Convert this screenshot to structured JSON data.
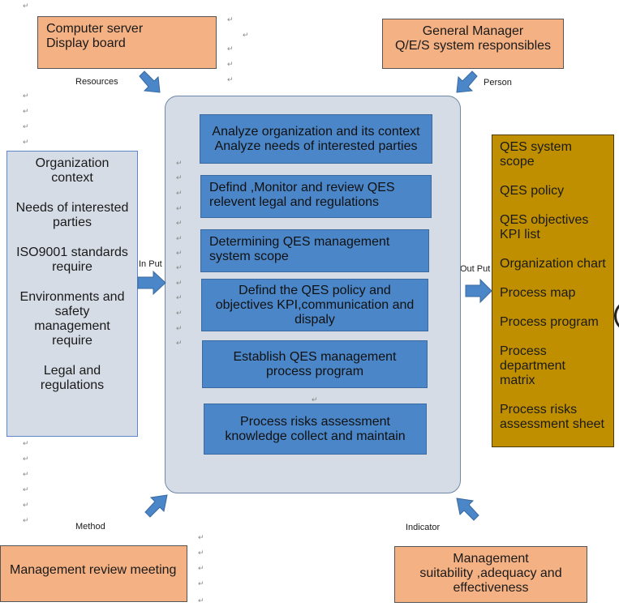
{
  "top_left_box": {
    "lines": [
      "Computer server",
      "Display board"
    ]
  },
  "top_right_box": {
    "lines": [
      "General Manager",
      "Q/E/S system responsibles"
    ]
  },
  "labels": {
    "resources": "Resources",
    "person": "Person",
    "input": "In Put",
    "output": "Out Put",
    "method": "Method",
    "indicator": "Indicator"
  },
  "inputs_panel": {
    "items": [
      [
        "Organization",
        "context"
      ],
      [
        "Needs of interested",
        "parties"
      ],
      [
        "ISO9001 standards",
        "require"
      ],
      [
        "Environments and",
        "safety",
        "management",
        "require"
      ],
      [
        "Legal and",
        "regulations"
      ]
    ]
  },
  "process_steps": [
    {
      "lines": [
        "Analyze organization and its context",
        "Analyze needs of interested parties"
      ]
    },
    {
      "lines": [
        "Defind ,Monitor and review QES",
        "relevent legal and regulations"
      ]
    },
    {
      "lines": [
        "Determining QES management",
        "system scope"
      ]
    },
    {
      "lines": [
        "Defind the QES policy and",
        "objectives KPI,communication and",
        "dispaly"
      ]
    },
    {
      "lines": [
        "Establish QES management",
        "process program"
      ]
    },
    {
      "lines": [
        "Process  risks assessment",
        "knowledge collect and maintain"
      ]
    }
  ],
  "outputs_panel": {
    "items": [
      [
        "QES system",
        "scope"
      ],
      [
        "QES policy"
      ],
      [
        "QES objectives",
        "KPI list"
      ],
      [
        "Organization chart"
      ],
      [
        "Process map"
      ],
      [
        "Process program"
      ],
      [
        "Process",
        "department",
        "matrix"
      ],
      [
        "Process  risks",
        "assessment sheet"
      ]
    ]
  },
  "bottom_left_box": {
    "lines": [
      "Management review meeting"
    ]
  },
  "bottom_right_box": {
    "lines": [
      "Management",
      "suitability ,adequacy and",
      "effectiveness"
    ]
  },
  "colors": {
    "orange": "#f4b183",
    "panel_gray": "#d6dce5",
    "step_blue": "#4a86c8",
    "output_gold": "#bf8f00",
    "arrow_blue": "#4a86c8"
  },
  "icons": {
    "paragraph_mark": "↵"
  }
}
